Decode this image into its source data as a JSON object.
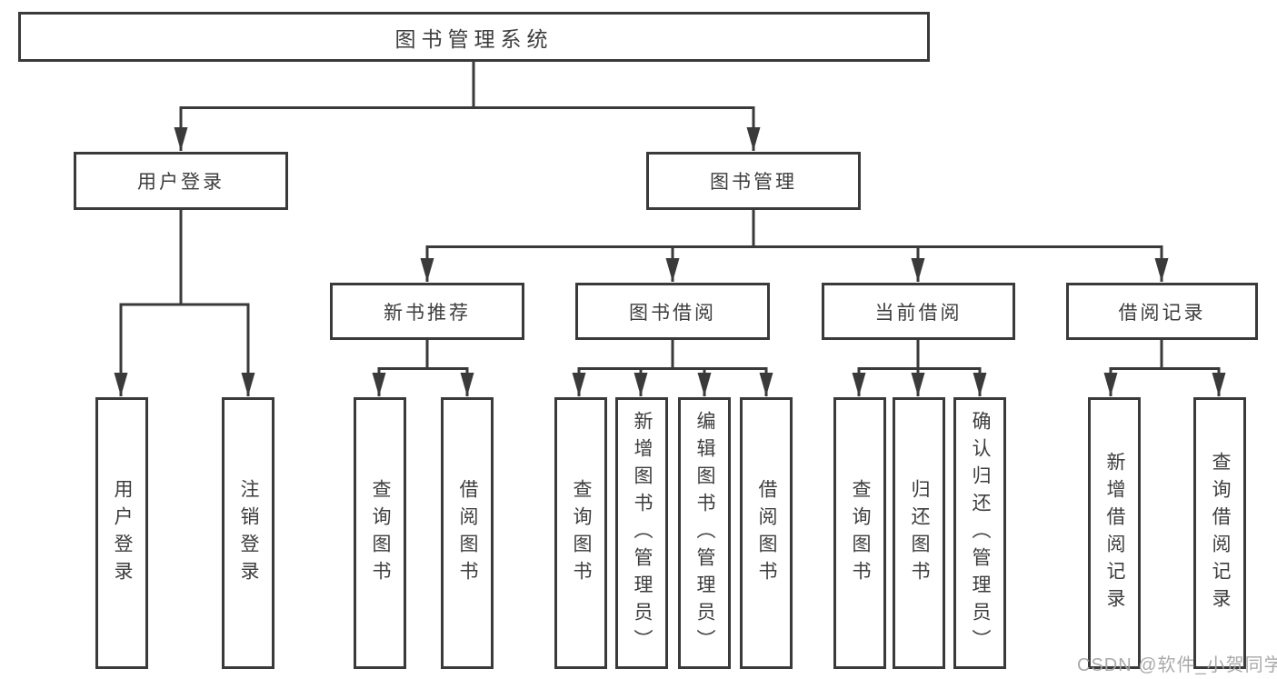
{
  "diagram": {
    "type": "hierarchy-tree",
    "background_color": "#ffffff",
    "line_color": "#3a3a3a",
    "text_color": "#3d3d3d",
    "watermark_color": "#a5a5a5"
  },
  "nodes": {
    "root": "图书管理系统",
    "user_login": "用户登录",
    "book_management": "图书管理",
    "new_book_recommend": "新书推荐",
    "book_borrow": "图书借阅",
    "current_borrow": "当前借阅",
    "borrow_record": "借阅记录",
    "leaf_user_login": "用户登录",
    "leaf_logout": "注销登录",
    "leaf_nbr_query_book": "查询图书",
    "leaf_nbr_borrow_book": "借阅图书",
    "leaf_bb_query_book": "查询图书",
    "leaf_bb_add_book": "新增图书（管理员）",
    "leaf_bb_edit_book": "编辑图书（管理员）",
    "leaf_bb_borrow_book": "借阅图书",
    "leaf_cb_query_book": "查询图书",
    "leaf_cb_return_book": "归还图书",
    "leaf_cb_confirm_return": "确认归还（管理员）",
    "leaf_br_add_record": "新增借阅记录",
    "leaf_br_query_record": "查询借阅记录"
  },
  "hierarchy": {
    "图书管理系统": {
      "用户登录": [
        "用户登录",
        "注销登录"
      ],
      "图书管理": {
        "新书推荐": [
          "查询图书",
          "借阅图书"
        ],
        "图书借阅": [
          "查询图书",
          "新增图书（管理员）",
          "编辑图书（管理员）",
          "借阅图书"
        ],
        "当前借阅": [
          "查询图书",
          "归还图书",
          "确认归还（管理员）"
        ],
        "借阅记录": [
          "新增借阅记录",
          "查询借阅记录"
        ]
      }
    }
  },
  "watermark": "CSDN @软件_小贺同学"
}
